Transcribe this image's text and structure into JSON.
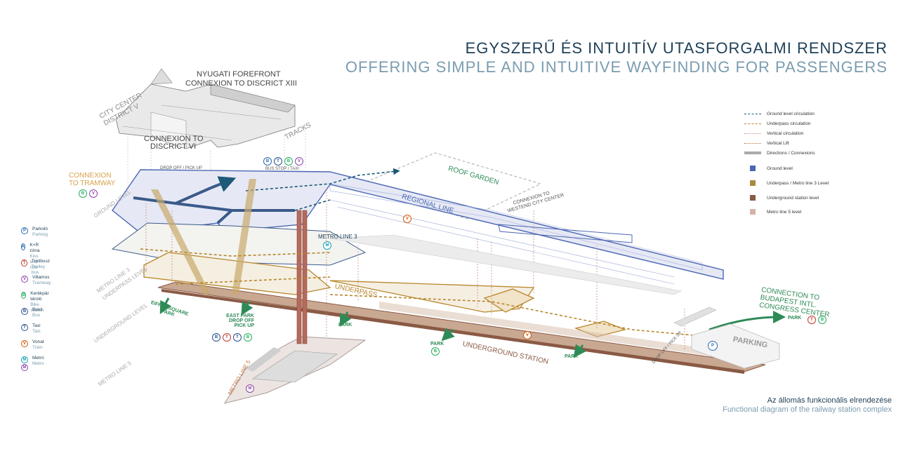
{
  "title": {
    "hu": "EGYSZERŰ ÉS INTUITÍV UTASFORGALMI RENDSZER",
    "en": "OFFERING SIMPLE AND INTUITIVE WAYFINDING FOR PASSENGERS"
  },
  "caption": {
    "hu": "Az állomás funkcionális elrendezése",
    "en": "Functional diagram of the railway station complex"
  },
  "labels": {
    "nyugati_1": "NYUGATI FOREFRONT",
    "nyugati_2": "CONNEXION TO DISCRICT XIII",
    "city_center_1": "CITY CENTER",
    "city_center_2": "DISTRICT V",
    "district_vi_1": "CONNEXION TO",
    "district_vi_2": "DISCRICT VI",
    "tracks": "TRACKS",
    "tramway_1": "CONNEXION",
    "tramway_2": "TO TRAMWAY",
    "drop_off": "DROP OFF / PICK UP",
    "bus_stop": "BUS STOP / TAXI",
    "roof_garden": "ROOF GARDEN",
    "regional_line": "REGIONAL LINE",
    "westend_1": "CONNEXION TO",
    "westend_2": "WESTEND CITY CENTER",
    "metro_line_3": "METRO LINE 3",
    "ground_level": "GROUND LEVEL",
    "metro3_level_1": "METRO LINE 3",
    "metro3_level_2": "UNDERPASS LEVEL",
    "underground_level": "UNDERGROUND LEVEL",
    "metro5_level": "METRO LINE 5",
    "underpass": "UNDERPASS",
    "underground_station": "UNDERGROUND STATION",
    "eiffel_1": "EIFFEL SQUARE",
    "eiffel_2": "PARK",
    "east_park_1": "EAST PARK",
    "east_park_2": "DROP OFF",
    "east_park_3": "PICK UP",
    "park": "PARK",
    "metro_line_5": "METRO LINE 5",
    "parking": "PARKING",
    "drop_off_2": "DROP OFF / PICK UP",
    "congress_1": "CONNECTION TO",
    "congress_2": "BUDAPEST  INTL.",
    "congress_3": "CONGRESS CENTER"
  },
  "legend": [
    {
      "label": "Ground level circulation",
      "kind": "dash",
      "color": "#1d5a78"
    },
    {
      "label": "Underpass circulation",
      "kind": "dash",
      "color": "#b8862b"
    },
    {
      "label": "Vertical circulation",
      "kind": "dot",
      "color": "#c98f7c"
    },
    {
      "label": "Vertical Lift",
      "kind": "dot-arrow",
      "color": "#c0703a"
    },
    {
      "label": "Directions / Connexions",
      "kind": "arrow",
      "color": "#aaaaaa"
    },
    {
      "label": "Ground level",
      "kind": "box",
      "color": "#4b67b3"
    },
    {
      "label": "Underpass / Metro line 3 Level",
      "kind": "box",
      "color": "#a88a3c"
    },
    {
      "label": "Underground station level",
      "kind": "box",
      "color": "#8a5a44"
    },
    {
      "label": "Metro line 5 level",
      "kind": "box",
      "color": "#d4b2a8"
    }
  ],
  "icon_legend": [
    {
      "icon": "parking-icon",
      "glyph": "P",
      "color": "#2a6db3",
      "hu": "Parkoló",
      "en": "Parking"
    },
    {
      "icon": "kiss-and-ride-icon",
      "glyph": "K",
      "color": "#2a6db3",
      "hu": "K+R zóna",
      "en": "Kiss and ride"
    },
    {
      "icon": "trolley-bus-icon",
      "glyph": "T",
      "color": "#c0392b",
      "hu": "Trolibusz",
      "en": "Trolley bus"
    },
    {
      "icon": "tramway-icon",
      "glyph": "V",
      "color": "#8e44ad",
      "hu": "Villamos",
      "en": "Tramway"
    },
    {
      "icon": "bike-station-icon",
      "glyph": "B",
      "color": "#27ae60",
      "hu": "Kerékpár tároló",
      "en": "Bike station"
    },
    {
      "icon": "bus-icon",
      "glyph": "B",
      "color": "#2a4f8f",
      "hu": "Busz",
      "en": "Bus"
    },
    {
      "icon": "taxi-icon",
      "glyph": "T",
      "color": "#2a4f8f",
      "hu": "Taxi",
      "en": "Taxi"
    },
    {
      "icon": "train-icon",
      "glyph": "V",
      "color": "#d35400",
      "hu": "Vonat",
      "en": "Train"
    },
    {
      "icon": "metro-icon",
      "glyph": "M",
      "color": "#16a0b5",
      "hu": "Metró",
      "en": "Metro",
      "color2": "#8e44ad"
    }
  ]
}
